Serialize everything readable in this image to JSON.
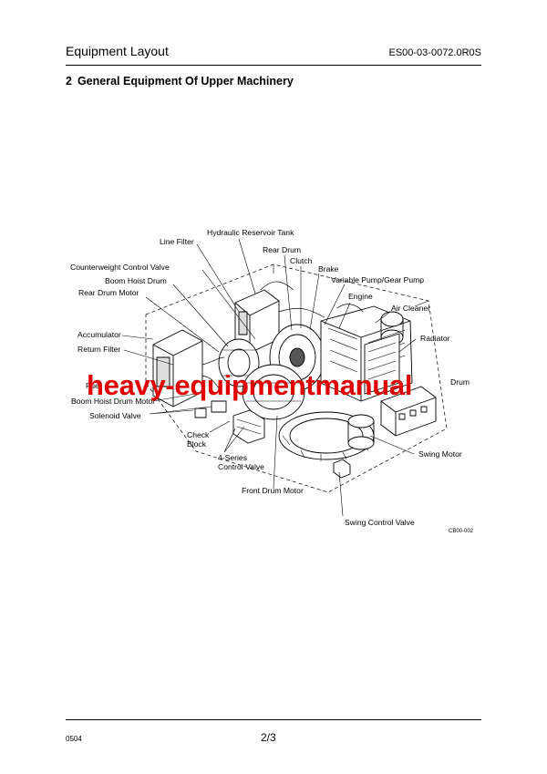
{
  "header": {
    "title": "Equipment Layout",
    "doc_code": "ES00-03-0072.0R0S"
  },
  "section": {
    "number": "2",
    "title": "General Equipment Of Upper Machinery"
  },
  "figure": {
    "id": "CB00-002",
    "labels": {
      "hydraulic_reservoir_tank": "Hydraulic Reservoir Tank",
      "line_filter": "Line Filter",
      "rear_drum": "Rear Drum",
      "clutch": "Clutch",
      "brake": "Brake",
      "counterweight_control_valve": "Counterweight Control Valve",
      "variable_pump_gear_pump": "Variable Pump/Gear Pump",
      "boom_hoist_drum": "Boom Hoist Drum",
      "rear_drum_motor": "Rear Drum Motor",
      "engine": "Engine",
      "air_cleaner": "Air Cleaner",
      "accumulator": "Accumulator",
      "radiator": "Radiator",
      "return_filter": "Return Filter",
      "fuel_tank_partial": "Fue",
      "front_drum_partial": "Drum",
      "boom_hoist_drum_motor": "Boom Hoist Drum Motor",
      "solenoid_valve": "Solenoid Valve",
      "check_block_line1": "Check",
      "check_block_line2": "Block",
      "four_series_line1": "4-Series",
      "four_series_line2": "Control Valve",
      "swing_motor": "Swing Motor",
      "front_drum_motor": "Front Drum Motor",
      "swing_control_valve": "Swing Control Valve"
    }
  },
  "watermark": {
    "text": "heavy-equipmentmanual",
    "color": "#e10000"
  },
  "footer": {
    "code": "0504",
    "page": "2/3"
  }
}
